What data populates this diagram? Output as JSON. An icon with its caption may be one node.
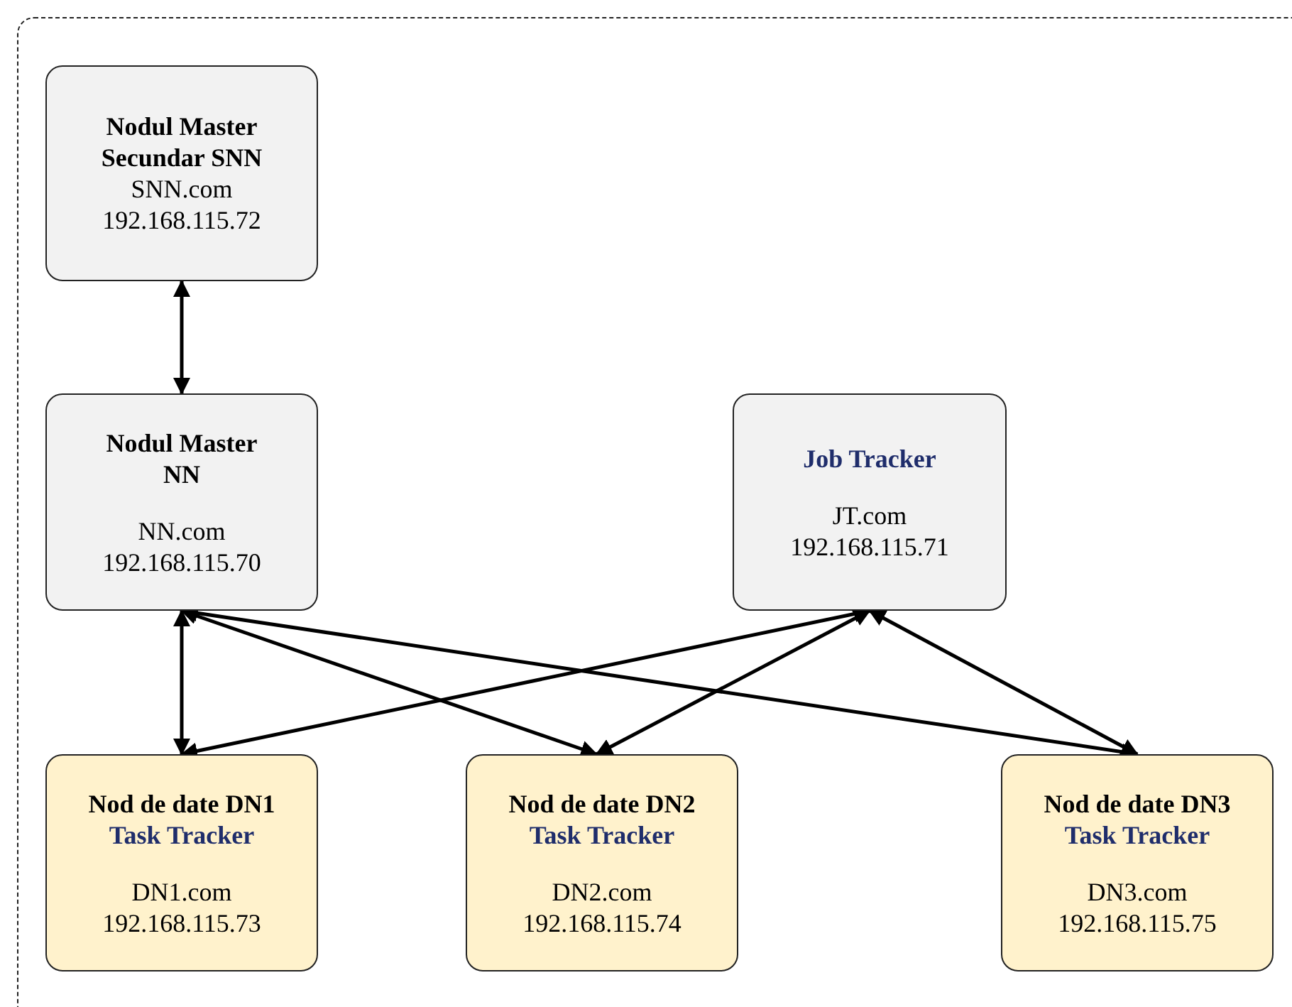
{
  "diagram": {
    "nodes": [
      {
        "text": [
          "Nodul Master Secundar SNN",
          "SNN.com",
          "192.168.115.72"
        ]
      },
      {
        "text": [
          "Nodul Master NN",
          "NN.com",
          "192.168.115.70"
        ]
      },
      {
        "text": [
          "Job Tracker",
          "JT.com",
          "192.168.115.71"
        ]
      },
      {
        "text": [
          "Nod de date DN1",
          "Task Tracker",
          "DN1.com",
          "192.168.115.73"
        ]
      },
      {
        "text": [
          "Nod de date DN2",
          "Task Tracker",
          "DN2.com",
          "192.168.115.74"
        ]
      },
      {
        "text": [
          "Nod de date DN3",
          "Task Tracker",
          "DN3.com",
          "192.168.115.75"
        ]
      }
    ],
    "edges": [
      {
        "from": 0,
        "to": 1,
        "arrow": "both"
      },
      {
        "from": 1,
        "to": 3,
        "arrow": "both"
      },
      {
        "from": 1,
        "to": 4,
        "arrow": "both"
      },
      {
        "from": 1,
        "to": 5,
        "arrow": "both"
      },
      {
        "from": 2,
        "to": 3,
        "arrow": "both"
      },
      {
        "from": 2,
        "to": 4,
        "arrow": "both"
      },
      {
        "from": 2,
        "to": 5,
        "arrow": "both"
      }
    ]
  }
}
